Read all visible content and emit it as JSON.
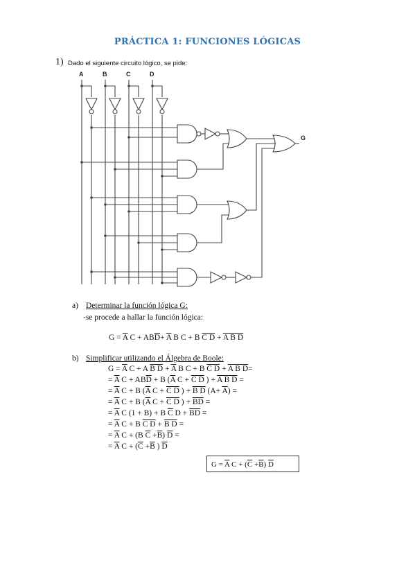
{
  "title": "PRÁCTICA 1: FUNCIONES LÓGICAS",
  "question": {
    "number": "1)",
    "text": "Dado el siguiente circuito lógico, se pide:"
  },
  "circuit": {
    "inputs": [
      "A",
      "B",
      "C",
      "D"
    ],
    "output": "G"
  },
  "part_a": {
    "letter": "a)",
    "heading": "Determinar la función lógica G:",
    "note": "-se procede a hallar la función lógica:",
    "eq": [
      {
        "t": "G = "
      },
      {
        "t": "A",
        "o": true
      },
      {
        "t": " C + AB"
      },
      {
        "t": "D",
        "o": true
      },
      {
        "t": "+ "
      },
      {
        "t": "A",
        "o": true
      },
      {
        "t": " B C + B "
      },
      {
        "t": "C D",
        "o": true
      },
      {
        "t": "  + "
      },
      {
        "t": "A B D",
        "o": true
      }
    ]
  },
  "part_b": {
    "letter": "b)",
    "heading": "Simplificar utilizando el Álgebra de Boole:",
    "lines": [
      [
        {
          "t": "G = "
        },
        {
          "t": "A",
          "o": true
        },
        {
          "t": " C + A "
        },
        {
          "t": "B D",
          "o": true
        },
        {
          "t": " + "
        },
        {
          "t": "A",
          "o": true
        },
        {
          "t": " B C + B "
        },
        {
          "t": "C D",
          "o": true
        },
        {
          "t": " + "
        },
        {
          "t": "A B D",
          "o": true
        },
        {
          "t": "="
        }
      ],
      [
        {
          "t": "= "
        },
        {
          "t": "A",
          "o": true
        },
        {
          "t": " C + AB"
        },
        {
          "t": "D",
          "o": true
        },
        {
          "t": " + B ("
        },
        {
          "t": "A",
          "o": true
        },
        {
          "t": " C + "
        },
        {
          "t": "C D",
          "o": true
        },
        {
          "t": " )  + "
        },
        {
          "t": "A B D",
          "o": true
        },
        {
          "t": " ="
        }
      ],
      [
        {
          "t": "= "
        },
        {
          "t": "A",
          "o": true
        },
        {
          "t": " C + B ("
        },
        {
          "t": "A",
          "o": true
        },
        {
          "t": " C + "
        },
        {
          "t": "C D",
          "o": true
        },
        {
          "t": " )  + "
        },
        {
          "t": "B D",
          "o": true
        },
        {
          "t": " (A+ "
        },
        {
          "t": "A",
          "o": true
        },
        {
          "t": ") ="
        }
      ],
      [
        {
          "t": "= "
        },
        {
          "t": "A",
          "o": true
        },
        {
          "t": " C + B ("
        },
        {
          "t": "A",
          "o": true
        },
        {
          "t": " C + "
        },
        {
          "t": "C D",
          "o": true
        },
        {
          "t": " )  + "
        },
        {
          "t": "BD",
          "o": true
        },
        {
          "t": " ="
        }
      ],
      [
        {
          "t": "= "
        },
        {
          "t": "A",
          "o": true
        },
        {
          "t": " C (1 + B) + B "
        },
        {
          "t": "C",
          "o": true
        },
        {
          "t": " D   + "
        },
        {
          "t": "BD",
          "o": true
        },
        {
          "t": " ="
        }
      ],
      [
        {
          "t": "= "
        },
        {
          "t": "A",
          "o": true
        },
        {
          "t": " C + B "
        },
        {
          "t": "C D",
          "o": true
        },
        {
          "t": "   + "
        },
        {
          "t": "B D",
          "o": true
        },
        {
          "t": " ="
        }
      ],
      [
        {
          "t": "= "
        },
        {
          "t": "A",
          "o": true
        },
        {
          "t": " C + (B "
        },
        {
          "t": "C",
          "o": true
        },
        {
          "t": " +"
        },
        {
          "t": "B",
          "o": true
        },
        {
          "t": ") "
        },
        {
          "t": "D",
          "o": true
        },
        {
          "t": " ="
        }
      ],
      [
        {
          "t": "= "
        },
        {
          "t": "A",
          "o": true
        },
        {
          "t": " C + ("
        },
        {
          "t": "C",
          "o": true
        },
        {
          "t": " +"
        },
        {
          "t": "B",
          "o": true
        },
        {
          "t": "   ) "
        },
        {
          "t": "D",
          "o": true
        }
      ]
    ]
  },
  "result": [
    {
      "t": "G = "
    },
    {
      "t": "A",
      "o": true
    },
    {
      "t": " C + ("
    },
    {
      "t": "C",
      "o": true
    },
    {
      "t": " +"
    },
    {
      "t": "B",
      "o": true
    },
    {
      "t": ") "
    },
    {
      "t": "D",
      "o": true
    }
  ]
}
